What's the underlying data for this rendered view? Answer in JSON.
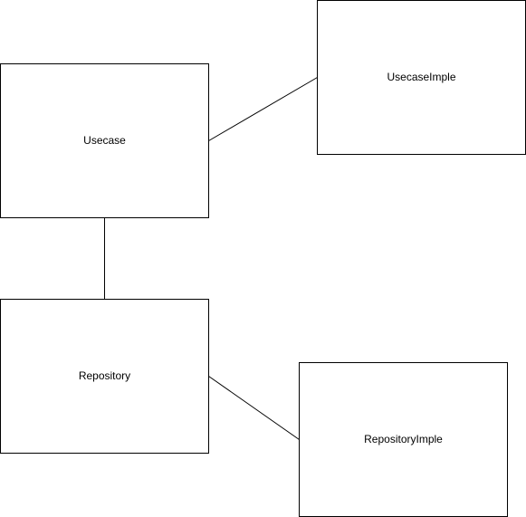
{
  "nodes": {
    "usecase": {
      "label": "Usecase"
    },
    "usecase_imple": {
      "label": "UsecaseImple"
    },
    "repository": {
      "label": "Repository"
    },
    "repository_imple": {
      "label": "RepositoryImple"
    }
  },
  "colors": {
    "background": "#ffffff",
    "stroke": "#000000",
    "text": "#000000"
  }
}
